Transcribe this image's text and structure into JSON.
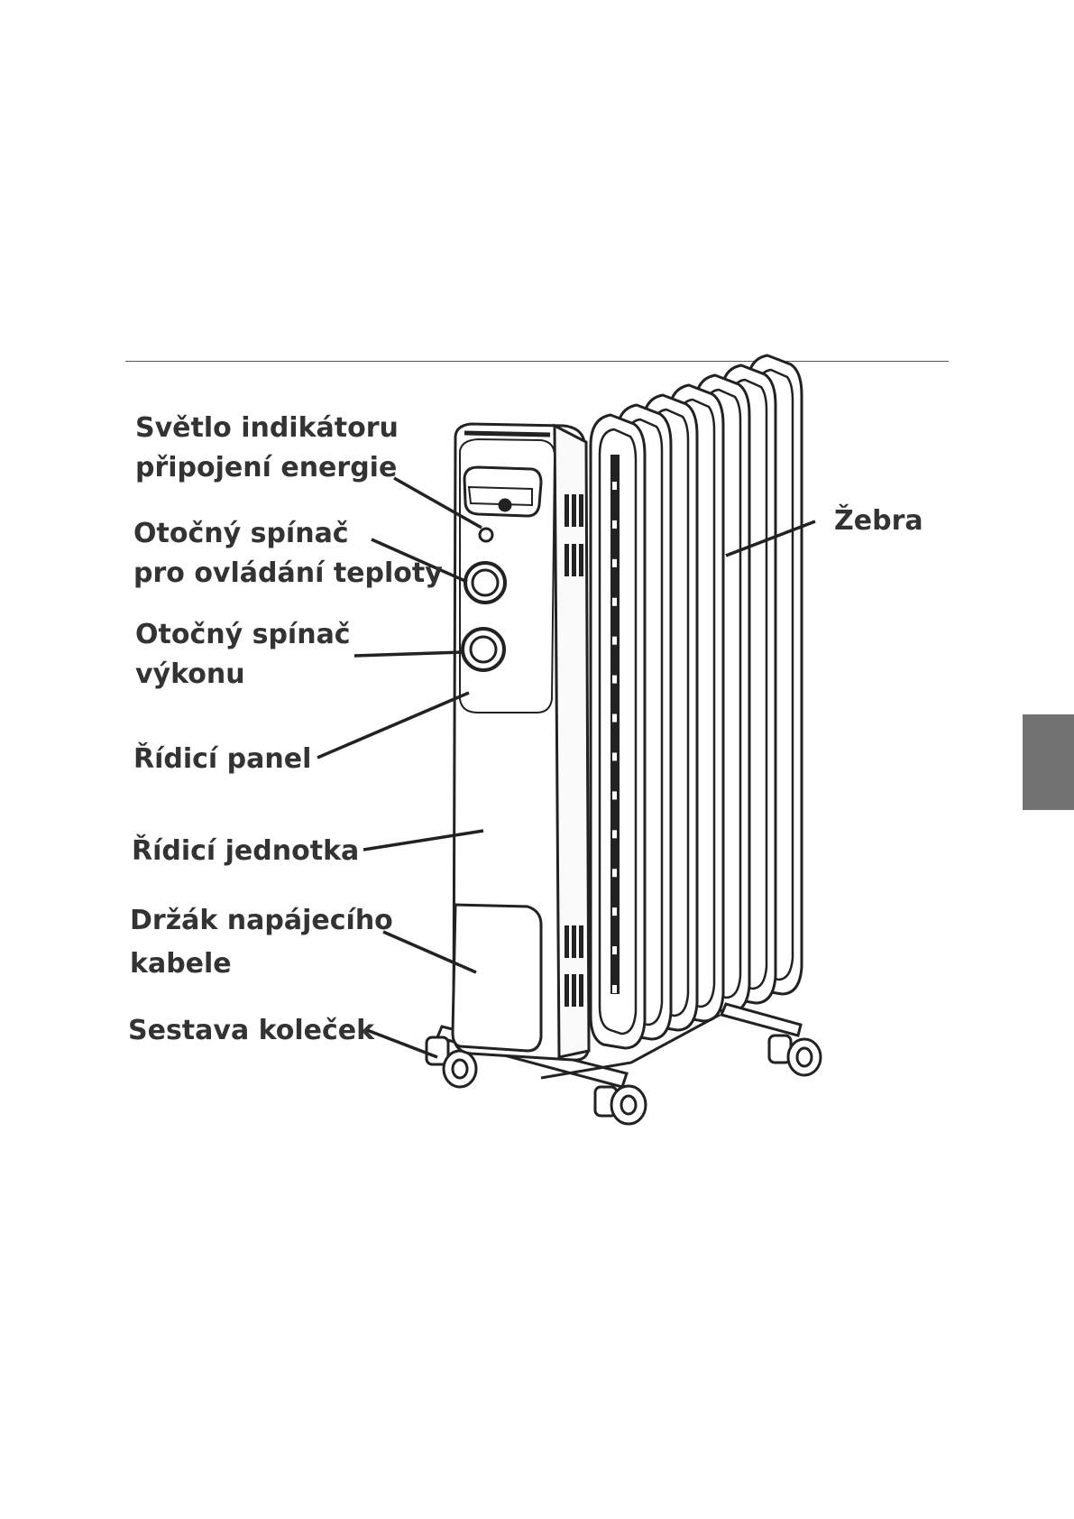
{
  "labels": {
    "indicator_light": [
      "Světlo indikátoru",
      "připojení energie"
    ],
    "temp_knob": [
      "Otočný spínač",
      "pro ovládání teploty"
    ],
    "power_knob": [
      "Otočný spínač",
      "výkonu"
    ],
    "control_panel": [
      "Řídicí panel"
    ],
    "control_unit": [
      "Řídicí jednotka"
    ],
    "cord_holder": [
      "Držák napájecího",
      "kabele"
    ],
    "wheel_assembly": [
      "Sestava koleček"
    ],
    "fins": [
      "Žebra"
    ]
  },
  "colors": {
    "ink": "#333333",
    "line": "#222222",
    "side_tab": "#727272"
  },
  "fin_count": 7
}
